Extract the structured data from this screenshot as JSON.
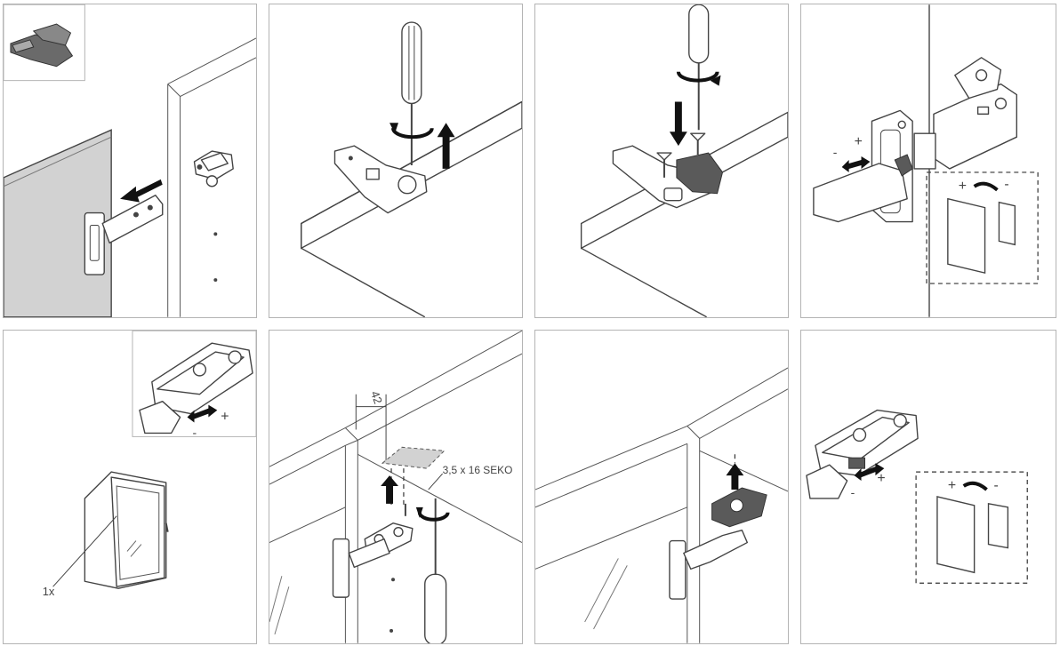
{
  "panels": [
    {
      "id": "p1",
      "step": "attach-hinge-to-door"
    },
    {
      "id": "p2",
      "step": "loosen-screw"
    },
    {
      "id": "p3",
      "step": "fasten-screws"
    },
    {
      "id": "p4",
      "step": "depth-adjustment"
    },
    {
      "id": "p5",
      "step": "cabinet-overview"
    },
    {
      "id": "p6",
      "step": "mount-plate"
    },
    {
      "id": "p7",
      "step": "clip-on"
    },
    {
      "id": "p8",
      "step": "height-adjustment"
    }
  ],
  "labels": {
    "plus": "+",
    "minus": "-",
    "distance": "42",
    "screw_spec": "3,5 x 16 SEKO",
    "quantity": "1x"
  },
  "colors": {
    "line": "#444444",
    "door_fill": "#d2d2d2",
    "panel_border": "#b4b4b4",
    "part_dark": "#5a5a5a"
  }
}
